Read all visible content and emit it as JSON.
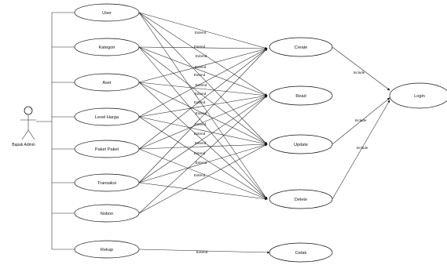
{
  "actor": {
    "label": "Bapak Admin"
  },
  "use_cases": {
    "left": [
      "User",
      "Kategori",
      "Aset",
      "Level Harga",
      "Paket Paket",
      "Transaksi",
      "Nobon",
      "Rekap"
    ],
    "crud": [
      "Create",
      "Read",
      "Update",
      "Delete"
    ],
    "login": "Login",
    "cetak": "Cetak"
  },
  "edge_labels": {
    "extend": "Extend",
    "include": "Include"
  },
  "extend_labels_count_hint": "visible repeated labels",
  "colors": {
    "stroke": "#111111",
    "background": "#ffffff"
  }
}
